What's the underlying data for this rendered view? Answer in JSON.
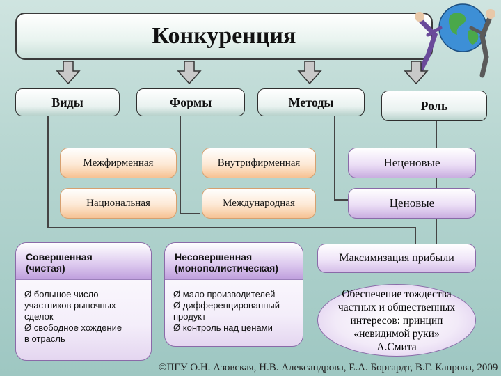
{
  "title": "Конкуренция",
  "categories": {
    "types": "Виды",
    "forms": "Формы",
    "methods": "Методы",
    "role": "Роль"
  },
  "forms": {
    "inter_firm": "Межфирменная",
    "intra_firm": "Внутрифирменная",
    "national": "Национальная",
    "international": "Международная"
  },
  "methods": {
    "non_price": "Неценовые",
    "price": "Ценовые"
  },
  "types": {
    "perfect": {
      "heading_line1": "Совершенная",
      "heading_line2": "(чистая)",
      "items": [
        [
          "большое число",
          "участников рыночных",
          "сделок"
        ],
        [
          "свободное хождение",
          "в отрасль"
        ]
      ]
    },
    "imperfect": {
      "heading_line1": "Несовершенная",
      "heading_line2": "(монополистическая)",
      "items": [
        [
          "мало производителей"
        ],
        [
          "дифференцированный",
          "продукт"
        ],
        [
          "контроль над ценами"
        ]
      ]
    }
  },
  "role": {
    "profit": "Максимизация прибыли",
    "identity_lines": [
      "Обеспечение тождества",
      "частных и общественных",
      "интересов: принцип",
      "«невидимой руки»",
      "А.Смита"
    ]
  },
  "footer": "©ПГУ    О.Н. Азовская, Н.В. Александрова, Е.А. Боргардт, В.Г. Капрова, 2009",
  "bullet_glyph": "Ø"
}
